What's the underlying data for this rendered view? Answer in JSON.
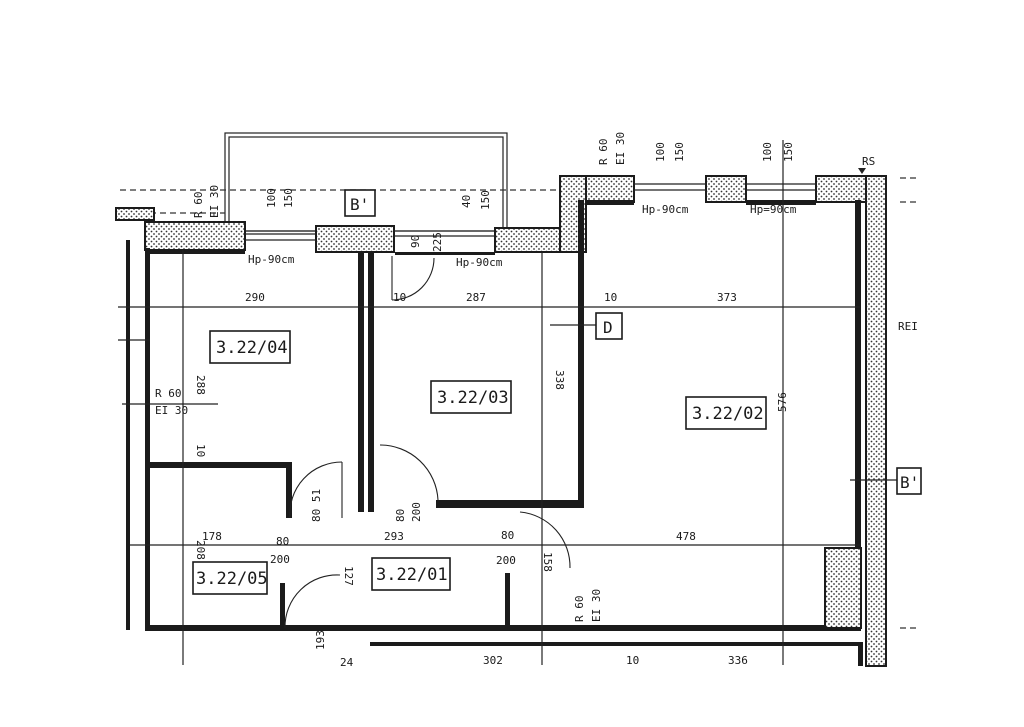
{
  "rooms": [
    {
      "id": "3.22/04"
    },
    {
      "id": "3.22/03"
    },
    {
      "id": "3.22/02"
    },
    {
      "id": "3.22/05"
    },
    {
      "id": "3.22/01"
    }
  ],
  "section_markers": {
    "b_top": "B'",
    "b_right": "B'",
    "d": "D",
    "rs": "RS",
    "rei": "REI"
  },
  "dimensions": {
    "w04": "290",
    "w03": "287",
    "w02": "373",
    "gap10a": "10",
    "gap10b": "10",
    "h04": "288",
    "h03": "338",
    "h02": "576",
    "w05": "178",
    "w01": "293",
    "w_lower": "478",
    "h05": "208",
    "d_200_05": "200",
    "d_80_05": "80",
    "d_80_01": "80",
    "d_200_01": "200",
    "d_80_51": "80 51",
    "d_80_hall": "80",
    "d_200_hall": "200",
    "d_158": "158",
    "w_below1": "302",
    "w_below2": "10",
    "w_below3": "336",
    "v_193": "193",
    "v_24": "24",
    "v_127": "127",
    "v_10_04": "10"
  },
  "fire_ratings": {
    "r60_a": "R 60",
    "ei30_a": "EI 30",
    "r60_b": "R 60",
    "ei30_b": "EI 30",
    "r60_c": "R 60",
    "ei30_c": "EI 30",
    "r60_d": "R 60",
    "ei30_d": "EI 30"
  },
  "window_heights": {
    "hp_04": "Hp-90cm",
    "hp_03": "Hp-90cm",
    "hp_02a": "Hp-90cm",
    "hp_02b": "Hp=90cm"
  },
  "window_sizes": {
    "w04_a": "100",
    "w04_b": "150",
    "w03_a": "90",
    "w03_b": "225",
    "w03_c": "40",
    "w03_d": "150",
    "w02a_a": "100",
    "w02a_b": "150",
    "w02b_a": "100",
    "w02b_b": "150"
  }
}
